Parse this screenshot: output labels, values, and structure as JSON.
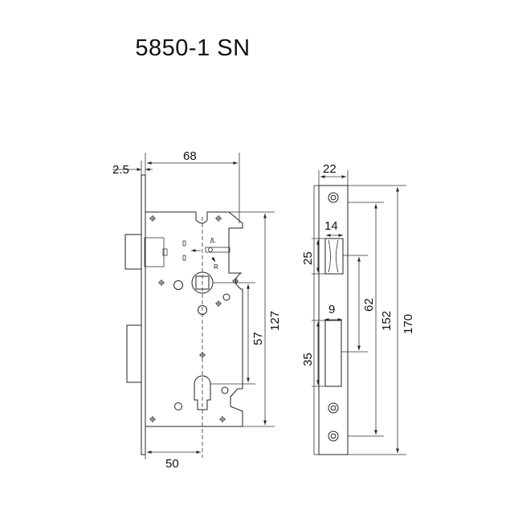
{
  "title": "5850-1 SN",
  "front_view": {
    "dims": {
      "thickness": "2.5",
      "backset_width": "68",
      "backset": "50",
      "center_distance": "57",
      "case_height": "127"
    },
    "latch_labels": {
      "left": "L",
      "right": "R"
    }
  },
  "side_view": {
    "dims": {
      "faceplate_width": "22",
      "latch_depth": "14",
      "latch_height": "25",
      "bolt_depth": "9",
      "bolt_height": "35",
      "latch_to_bolt": "62",
      "hole_spacing": "152",
      "faceplate_height": "170"
    }
  }
}
